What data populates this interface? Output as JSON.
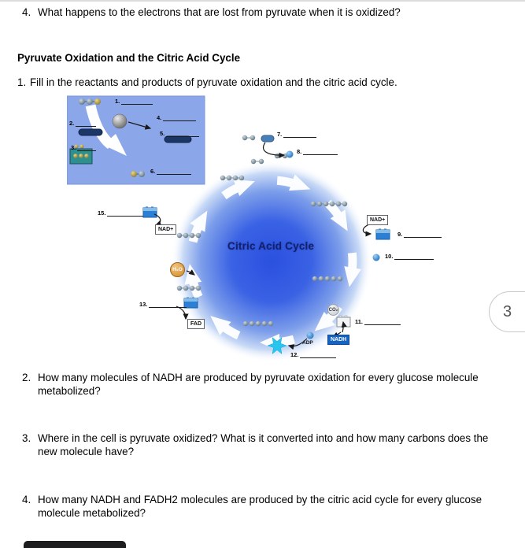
{
  "top_question": {
    "number": "4.",
    "text": "What happens to the electrons that are lost from pyruvate when it is oxidized?"
  },
  "section": {
    "heading": "Pyruvate Oxidation and the Citric Acid Cycle"
  },
  "instruction": {
    "number": "1.",
    "text": "Fill in the reactants and products of pyruvate oxidation and the citric acid cycle."
  },
  "questions": [
    {
      "number": "2.",
      "text": "How many molecules of NADH are produced by pyruvate oxidation for every glucose molecule metabolized?"
    },
    {
      "number": "3.",
      "text": "Where in the cell is pyruvate oxidized? What is it converted into and how many carbons does the new molecule have?"
    },
    {
      "number": "4.",
      "text": "How many NADH and FADH2 molecules are produced by the citric acid cycle for every glucose molecule metabolized?"
    }
  ],
  "diagram": {
    "cycle_title": "Citric Acid Cycle",
    "blanks": {
      "b1": "1.",
      "b2": "2.",
      "b3": "3.",
      "b4": "4.",
      "b5": "5.",
      "b6": "6.",
      "b7": "7.",
      "b8": "8.",
      "b9": "9.",
      "b10": "10.",
      "b11": "11.",
      "b12": "12.",
      "b13": "13.",
      "b15": "15."
    },
    "labels": {
      "nad_left": "NAD+",
      "nad_right": "NAD+",
      "fad": "FAD",
      "nadh": "NADH",
      "adp": "ADP",
      "h2o": "H₂O",
      "co2": "CO₂"
    },
    "icons": {
      "nadh_block": "blue-box-with-lid",
      "atp_burst": "cyan-starburst",
      "metabolite_chain": "linked-gray-spheres",
      "acetyl_sphere": "gray-sphere",
      "coa_box": "teal-box-with-yellow-dots",
      "coenzyme_pill": "navy-pill"
    },
    "colors": {
      "cycle_center": "#2a50e0",
      "pyruvate_box": "#8ca6ea",
      "nadh_icon": "#2b7fd4",
      "atp_star": "#29c5ef",
      "h2o_circle": "#d08a2c"
    }
  },
  "page_indicator": {
    "label": "3"
  }
}
